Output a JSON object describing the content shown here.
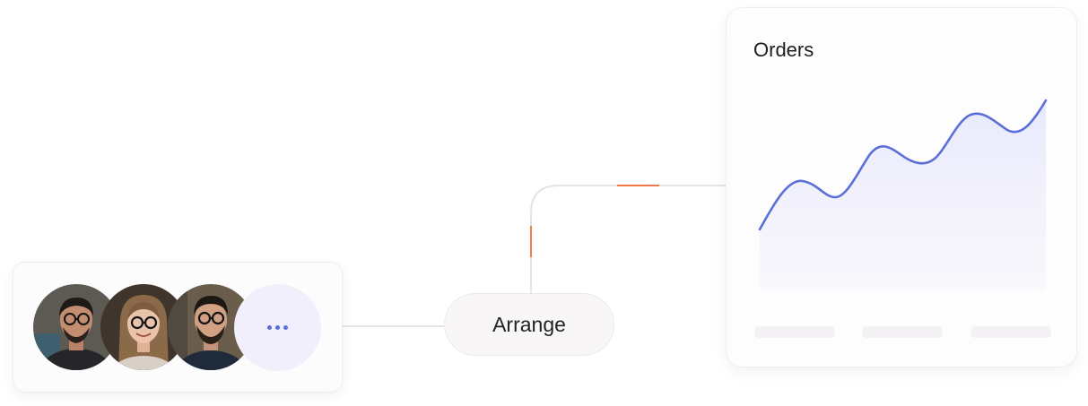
{
  "arrange": {
    "label": "Arrange"
  },
  "orders": {
    "title": "Orders"
  },
  "people": [
    {
      "name": "avatar-man-1"
    },
    {
      "name": "avatar-woman"
    },
    {
      "name": "avatar-man-2"
    }
  ],
  "more": {
    "icon": "ellipsis-icon"
  },
  "colors": {
    "accent": "#5b6fd8",
    "highlight": "#f07a4a",
    "connector": "#e6e4e4"
  }
}
